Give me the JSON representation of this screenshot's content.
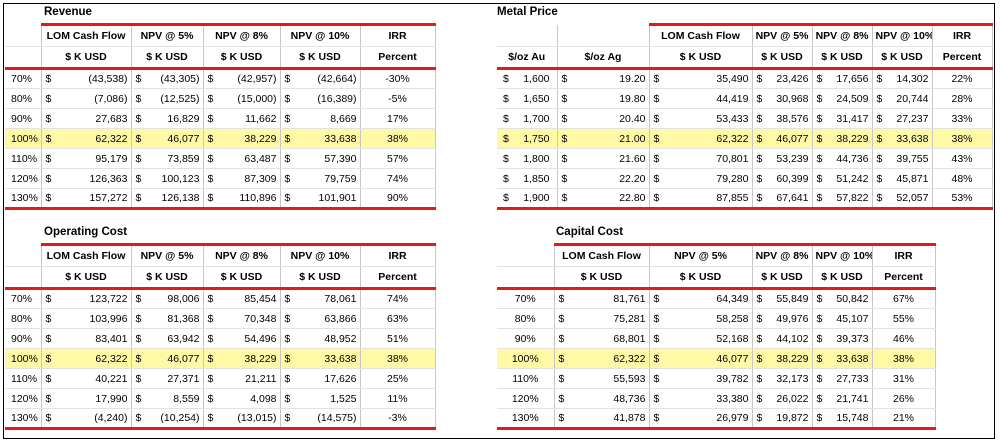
{
  "revenue": {
    "title": "Revenue",
    "headers1": [
      "LOM Cash Flow",
      "NPV @ 5%",
      "NPV @ 8%",
      "NPV @ 10%",
      "IRR"
    ],
    "headers2": [
      "$ K USD",
      "$ K USD",
      "$ K USD",
      "$ K USD",
      "Percent"
    ],
    "rows": [
      {
        "pct": "70%",
        "cf": "(43,538)",
        "n5": "(43,305)",
        "n8": "(42,957)",
        "n10": "(42,664)",
        "irr": "-30%"
      },
      {
        "pct": "80%",
        "cf": "(7,086)",
        "n5": "(12,525)",
        "n8": "(15,000)",
        "n10": "(16,389)",
        "irr": "-5%"
      },
      {
        "pct": "90%",
        "cf": "27,683",
        "n5": "16,829",
        "n8": "11,662",
        "n10": "8,669",
        "irr": "17%"
      },
      {
        "pct": "100%",
        "cf": "62,322",
        "n5": "46,077",
        "n8": "38,229",
        "n10": "33,638",
        "irr": "38%"
      },
      {
        "pct": "110%",
        "cf": "95,179",
        "n5": "73,859",
        "n8": "63,487",
        "n10": "57,390",
        "irr": "57%"
      },
      {
        "pct": "120%",
        "cf": "126,363",
        "n5": "100,123",
        "n8": "87,309",
        "n10": "79,759",
        "irr": "74%"
      },
      {
        "pct": "130%",
        "cf": "157,272",
        "n5": "126,138",
        "n8": "110,896",
        "n10": "101,901",
        "irr": "90%"
      }
    ]
  },
  "metal": {
    "title": "Metal Price",
    "headers1": [
      "LOM Cash Flow",
      "NPV @ 5%",
      "NPV @ 8%",
      "NPV @ 10%",
      "IRR"
    ],
    "headers2": [
      "$/oz Au",
      "$/oz Ag",
      "$ K USD",
      "$ K USD",
      "$ K USD",
      "$ K USD",
      "Percent"
    ],
    "rows": [
      {
        "au": "1,600",
        "ag": "19.20",
        "cf": "35,490",
        "n5": "23,426",
        "n8": "17,656",
        "n10": "14,302",
        "irr": "22%"
      },
      {
        "au": "1,650",
        "ag": "19.80",
        "cf": "44,419",
        "n5": "30,968",
        "n8": "24,509",
        "n10": "20,744",
        "irr": "28%"
      },
      {
        "au": "1,700",
        "ag": "20.40",
        "cf": "53,433",
        "n5": "38,576",
        "n8": "31,417",
        "n10": "27,237",
        "irr": "33%"
      },
      {
        "au": "1,750",
        "ag": "21.00",
        "cf": "62,322",
        "n5": "46,077",
        "n8": "38,229",
        "n10": "33,638",
        "irr": "38%"
      },
      {
        "au": "1,800",
        "ag": "21.60",
        "cf": "70,801",
        "n5": "53,239",
        "n8": "44,736",
        "n10": "39,755",
        "irr": "43%"
      },
      {
        "au": "1,850",
        "ag": "22.20",
        "cf": "79,280",
        "n5": "60,399",
        "n8": "51,242",
        "n10": "45,871",
        "irr": "48%"
      },
      {
        "au": "1,900",
        "ag": "22.80",
        "cf": "87,855",
        "n5": "67,641",
        "n8": "57,822",
        "n10": "52,057",
        "irr": "53%"
      }
    ]
  },
  "opcost": {
    "title": "Operating Cost",
    "headers1": [
      "LOM Cash Flow",
      "NPV @ 5%",
      "NPV @ 8%",
      "NPV @ 10%",
      "IRR"
    ],
    "headers2": [
      "$ K USD",
      "$ K USD",
      "$ K USD",
      "$ K USD",
      "Percent"
    ],
    "rows": [
      {
        "pct": "70%",
        "cf": "123,722",
        "n5": "98,006",
        "n8": "85,454",
        "n10": "78,061",
        "irr": "74%"
      },
      {
        "pct": "80%",
        "cf": "103,996",
        "n5": "81,368",
        "n8": "70,348",
        "n10": "63,866",
        "irr": "63%"
      },
      {
        "pct": "90%",
        "cf": "83,401",
        "n5": "63,942",
        "n8": "54,496",
        "n10": "48,952",
        "irr": "51%"
      },
      {
        "pct": "100%",
        "cf": "62,322",
        "n5": "46,077",
        "n8": "38,229",
        "n10": "33,638",
        "irr": "38%"
      },
      {
        "pct": "110%",
        "cf": "40,221",
        "n5": "27,371",
        "n8": "21,211",
        "n10": "17,626",
        "irr": "25%"
      },
      {
        "pct": "120%",
        "cf": "17,990",
        "n5": "8,559",
        "n8": "4,098",
        "n10": "1,525",
        "irr": "11%"
      },
      {
        "pct": "130%",
        "cf": "(4,240)",
        "n5": "(10,254)",
        "n8": "(13,015)",
        "n10": "(14,575)",
        "irr": "-3%"
      }
    ]
  },
  "capcost": {
    "title": "Capital Cost",
    "headers1": [
      "LOM Cash Flow",
      "NPV @ 5%",
      "NPV @ 8%",
      "NPV @ 10%",
      "IRR"
    ],
    "headers2": [
      "$ K USD",
      "$ K USD",
      "$ K USD",
      "$ K USD",
      "Percent"
    ],
    "rows": [
      {
        "pct": "70%",
        "cf": "81,761",
        "n5": "64,349",
        "n8": "55,849",
        "n10": "50,842",
        "irr": "67%"
      },
      {
        "pct": "80%",
        "cf": "75,281",
        "n5": "58,258",
        "n8": "49,976",
        "n10": "45,107",
        "irr": "55%"
      },
      {
        "pct": "90%",
        "cf": "68,801",
        "n5": "52,168",
        "n8": "44,102",
        "n10": "39,373",
        "irr": "46%"
      },
      {
        "pct": "100%",
        "cf": "62,322",
        "n5": "46,077",
        "n8": "38,229",
        "n10": "33,638",
        "irr": "38%"
      },
      {
        "pct": "110%",
        "cf": "55,593",
        "n5": "39,782",
        "n8": "32,173",
        "n10": "27,733",
        "irr": "31%"
      },
      {
        "pct": "120%",
        "cf": "48,736",
        "n5": "33,380",
        "n8": "26,022",
        "n10": "21,741",
        "irr": "26%"
      },
      {
        "pct": "130%",
        "cf": "41,878",
        "n5": "26,979",
        "n8": "19,872",
        "n10": "15,748",
        "irr": "21%"
      }
    ]
  },
  "currency_symbol": "$",
  "colors": {
    "header_rule": "#e01b1b",
    "base_case_highlight": "#fff9a6"
  }
}
